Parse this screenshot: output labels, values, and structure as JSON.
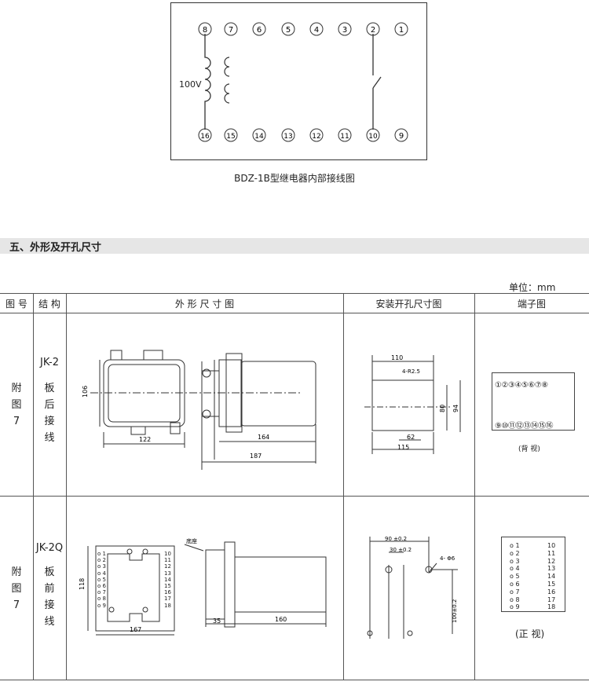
{
  "wiring": {
    "top_terminals": [
      "8",
      "7",
      "6",
      "5",
      "4",
      "3",
      "2",
      "1"
    ],
    "bottom_terminals": [
      "16",
      "15",
      "14",
      "13",
      "12",
      "11",
      "10",
      "9"
    ],
    "coil_label": "100V",
    "caption": "BDZ-1B型继电器内部接线图"
  },
  "section": {
    "title": "五、外形及开孔尺寸"
  },
  "unit": "单位：mm",
  "table": {
    "headers": [
      "图 号",
      "结 构",
      "外 形 尺 寸 图",
      "安装开孔尺寸图",
      "端子图"
    ],
    "rows": [
      {
        "figure": [
          "附",
          "图",
          "7"
        ],
        "model": "JK-2",
        "structure": [
          "板",
          "后",
          "接",
          "线"
        ],
        "outline_dims": [
          "106",
          "122",
          "164",
          "187"
        ],
        "cutout_dims": [
          "110",
          "4-R2.5",
          "80",
          "94",
          "62",
          "115"
        ],
        "terminals": [
          "①",
          "②",
          "③",
          "④",
          "⑤",
          "⑥",
          "⑦",
          "⑧",
          "⑨",
          "⑩",
          "⑪",
          "⑫",
          "⑬",
          "⑭",
          "⑮",
          "⑯"
        ],
        "terminal_note": "(背 视)"
      },
      {
        "figure": [
          "附",
          "图",
          "7"
        ],
        "model": "JK-2Q",
        "structure": [
          "板",
          "前",
          "接",
          "线"
        ],
        "outline_dims": [
          "118",
          "167",
          "底座",
          "35",
          "160"
        ],
        "cutout_dims": [
          "90 ±0.2",
          "30 ±0.2",
          "4- Φ6",
          "100±0.2"
        ],
        "left_numbers": [
          "1",
          "2",
          "3",
          "4",
          "5",
          "6",
          "7",
          "8",
          "9"
        ],
        "right_numbers": [
          "10",
          "11",
          "12",
          "13",
          "14",
          "15",
          "16",
          "17",
          "18"
        ],
        "terminal_note": "(正 视)"
      }
    ]
  }
}
